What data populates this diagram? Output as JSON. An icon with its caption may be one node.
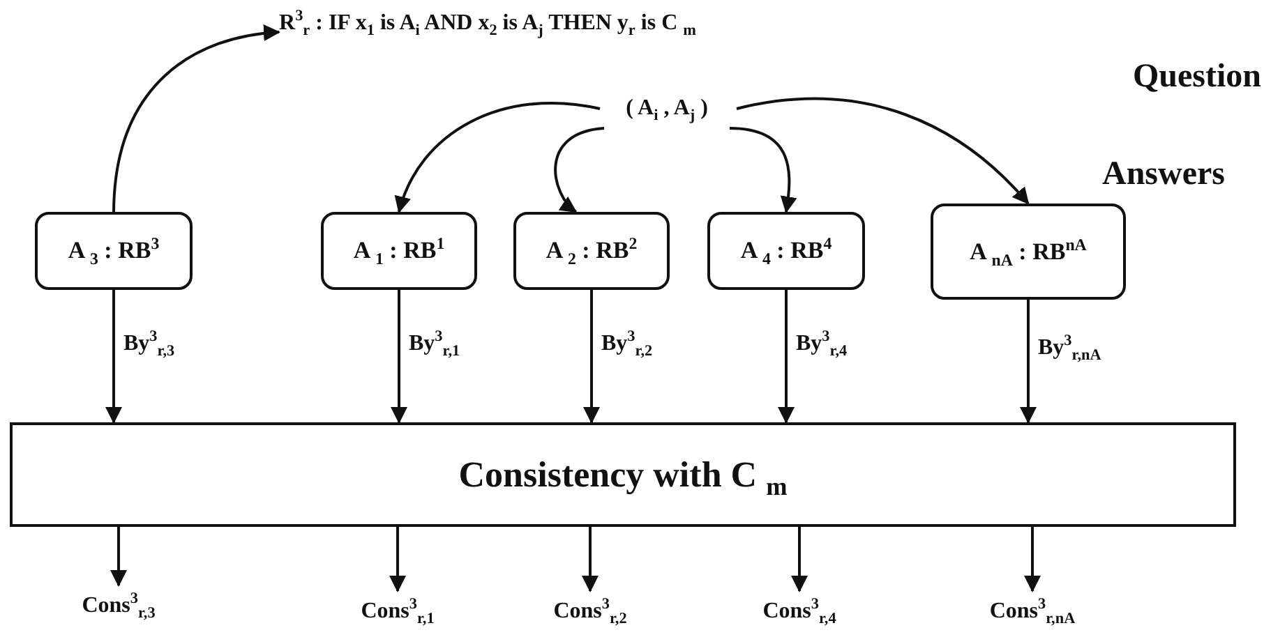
{
  "diagram": {
    "nodes": [
      {
        "text": [
          "R$^{3}$$_{r}$ : IF  x$_{1}$ is  A$_{i}$ AND x$_{2}$ is  A$_{j}$ THEN y$_{r}$ is C $_{m}$"
        ]
      },
      {
        "text": [
          "( A$_{i}$ , A$_{j}$ )"
        ]
      },
      {
        "text": [
          "A $_{3}$ : RB$^{3}$"
        ]
      },
      {
        "text": [
          "A $_{1}$ : RB$^{1}$"
        ]
      },
      {
        "text": [
          "A $_{2}$ : RB$^{2}$"
        ]
      },
      {
        "text": [
          "A $_{4}$ : RB$^{4}$"
        ]
      },
      {
        "text": [
          "A $_{nA}$ : RB$^{nA}$"
        ]
      },
      {
        "text": [
          "Consistency with C    $_{m}$"
        ]
      },
      {
        "text": [
          "Cons$^{3}$$_{r,3}$"
        ]
      },
      {
        "text": [
          "Cons$^{3}$$_{r,1}$"
        ]
      },
      {
        "text": [
          "Cons$^{3}$$_{r,2}$"
        ]
      },
      {
        "text": [
          "Cons$^{3}$$_{r,4}$"
        ]
      },
      {
        "text": [
          "Cons$^{3}$$_{r,nA}$"
        ]
      }
    ],
    "edges": [
      {
        "from": 2,
        "to": 0,
        "arrow": "to"
      },
      {
        "from": 1,
        "to": 3,
        "arrow": "to"
      },
      {
        "from": 1,
        "to": 4,
        "arrow": "to"
      },
      {
        "from": 1,
        "to": 5,
        "arrow": "to"
      },
      {
        "from": 1,
        "to": 6,
        "arrow": "to"
      },
      {
        "from": 2,
        "to": 7,
        "arrow": "to",
        "label": "By$^{3}$$_{r,3}$"
      },
      {
        "from": 3,
        "to": 7,
        "arrow": "to",
        "label": "By$^{3}$$_{r,1}$"
      },
      {
        "from": 4,
        "to": 7,
        "arrow": "to",
        "label": "By$^{3}$$_{r,2}$"
      },
      {
        "from": 5,
        "to": 7,
        "arrow": "to",
        "label": "By$^{3}$$_{r,4}$"
      },
      {
        "from": 6,
        "to": 7,
        "arrow": "to",
        "label": "By$^{3}$$_{r,nA}$"
      },
      {
        "from": 7,
        "to": 8,
        "arrow": "to"
      },
      {
        "from": 7,
        "to": 9,
        "arrow": "to"
      },
      {
        "from": 7,
        "to": 10,
        "arrow": "to"
      },
      {
        "from": 7,
        "to": 11,
        "arrow": "to"
      },
      {
        "from": 7,
        "to": 12,
        "arrow": "to"
      }
    ],
    "labels": [
      "Question",
      "Answers"
    ]
  }
}
